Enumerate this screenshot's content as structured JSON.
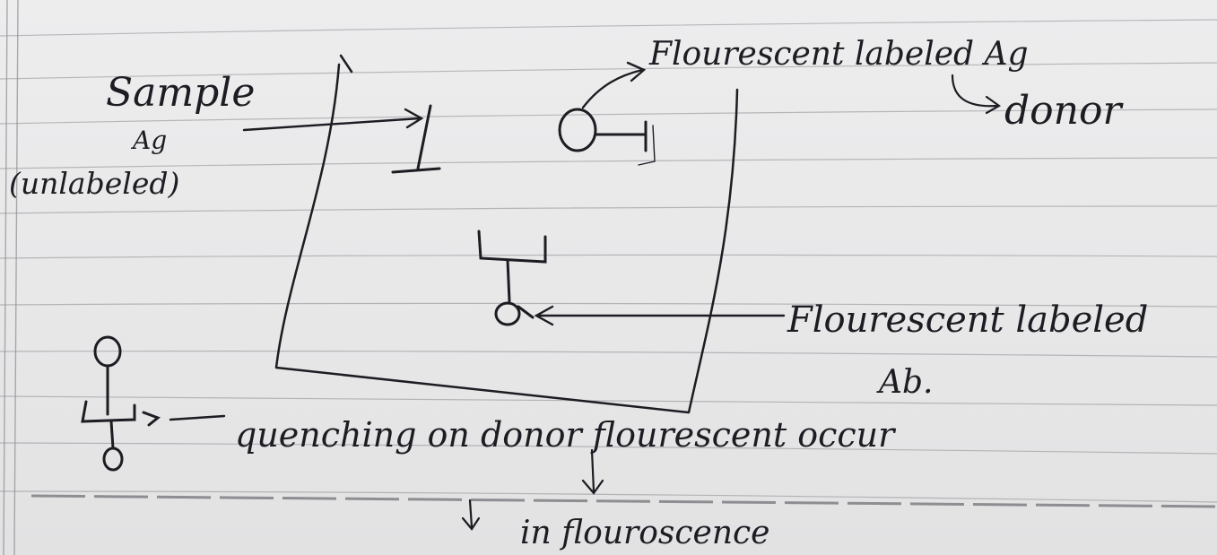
{
  "labels": {
    "sample_line1": "Sample",
    "sample_line2": "Ag",
    "sample_line3": "(unlabeled)",
    "fluor_ag": "Flourescent labeled Ag",
    "donor": "donor",
    "fluor_ab_line1": "Flourescent labeled",
    "fluor_ab_line2": "Ab.",
    "quenching": "quenching on donor flourescent occur",
    "decrease": "in flouroscence"
  },
  "colors": {
    "paper": "#e9e9ea",
    "ink": "#1c1c22",
    "rule_line": "#8c8c92"
  }
}
